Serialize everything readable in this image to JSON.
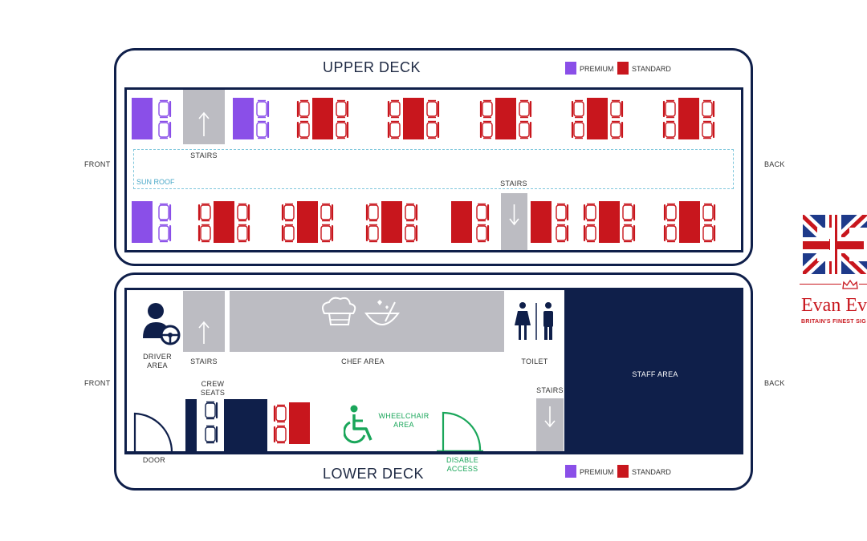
{
  "upper_deck": {
    "title": "UPPER DECK",
    "front_label": "FRONT",
    "back_label": "BACK",
    "stairs_front_label": "STAIRS",
    "stairs_back_label": "STAIRS",
    "sun_roof_label": "SUN ROOF",
    "legend": {
      "premium": "PREMIUM",
      "standard": "STANDARD"
    }
  },
  "lower_deck": {
    "title": "LOWER DECK",
    "front_label": "FRONT",
    "back_label": "BACK",
    "driver_area_label": "DRIVER\nAREA",
    "stairs_label": "STAIRS",
    "chef_area_label": "CHEF AREA",
    "toilet_label": "TOILET",
    "staff_area_label": "STAFF AREA",
    "crew_seats_label": "CREW\nSEATS",
    "stairs_right_label": "STAIRS",
    "wheelchair_area_label": "WHEELCHAIR\nAREA",
    "door_label": "DOOR",
    "disable_access_label": "DISABLE ACCESS",
    "legend": {
      "premium": "PREMIUM",
      "standard": "STANDARD"
    }
  },
  "logo": {
    "name": "Evan Ev",
    "tagline": "BRITAIN'S FINEST SIG"
  },
  "colors": {
    "premium": "#8a4fe8",
    "standard": "#c8161d",
    "navy": "#0f1f4a",
    "stairs": "#bcbcc2",
    "accent_green": "#1aa65a",
    "sunroof": "#7fc7dc"
  }
}
